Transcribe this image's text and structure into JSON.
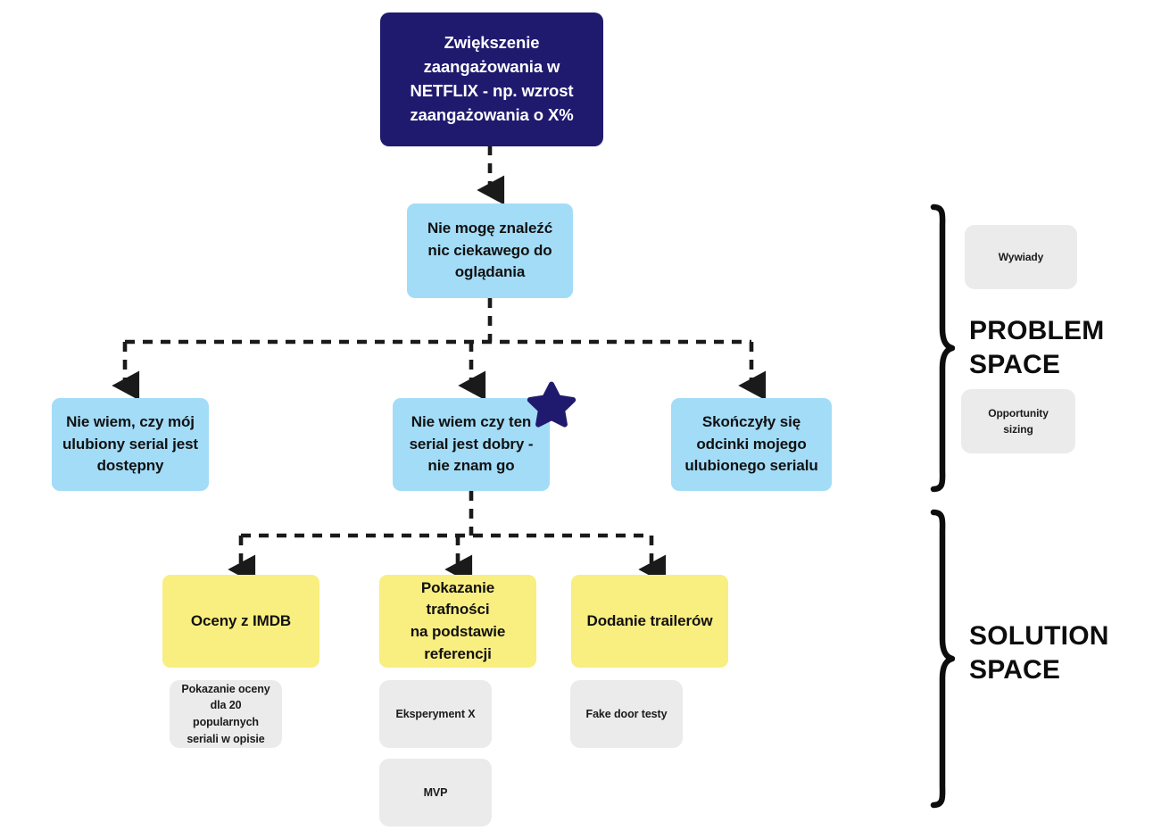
{
  "diagram": {
    "type": "opportunity-solution-tree",
    "title_text_language": "pl",
    "colors": {
      "outcome": "#201a6e",
      "opportunity": "#a3dcf7",
      "solution": "#f9ee80",
      "assumption": "#ebebeb",
      "connector": "#1a1a1a",
      "star": "#201a6e",
      "background": "#ffffff"
    }
  },
  "outcome": {
    "label": "Zwiększenie\nzaangażowania w\nNETFLIX - np. wzrost\nzaangażowania o X%"
  },
  "opportunities": {
    "root": {
      "label": "Nie mogę znaleźć\nnic ciekawego do\noglądania"
    },
    "children": [
      {
        "label": "Nie wiem, czy mój\nulubiony serial jest\ndostępny",
        "starred": false
      },
      {
        "label": "Nie wiem czy ten\nserial jest dobry -\nnie znam go",
        "starred": true
      },
      {
        "label": "Skończyły się\nodcinki mojego\nulubionego serialu",
        "starred": false
      }
    ]
  },
  "solutions": [
    {
      "label": "Oceny z IMDB"
    },
    {
      "label": "Pokazanie trafności\nna podstawie\nreferencji"
    },
    {
      "label": "Dodanie trailerów"
    }
  ],
  "assumptions": [
    {
      "label": "Pokazanie oceny\ndla 20 popularnych\nseriali w opisie"
    },
    {
      "label": "Eksperyment X"
    },
    {
      "label": "MVP"
    },
    {
      "label": "Fake door testy"
    }
  ],
  "research_cards": [
    {
      "label": "Wywiady"
    },
    {
      "label": "Opportunity\nsizing"
    }
  ],
  "spaces": [
    {
      "title": "PROBLEM\nSPACE"
    },
    {
      "title": "SOLUTION\nSPACE"
    }
  ]
}
